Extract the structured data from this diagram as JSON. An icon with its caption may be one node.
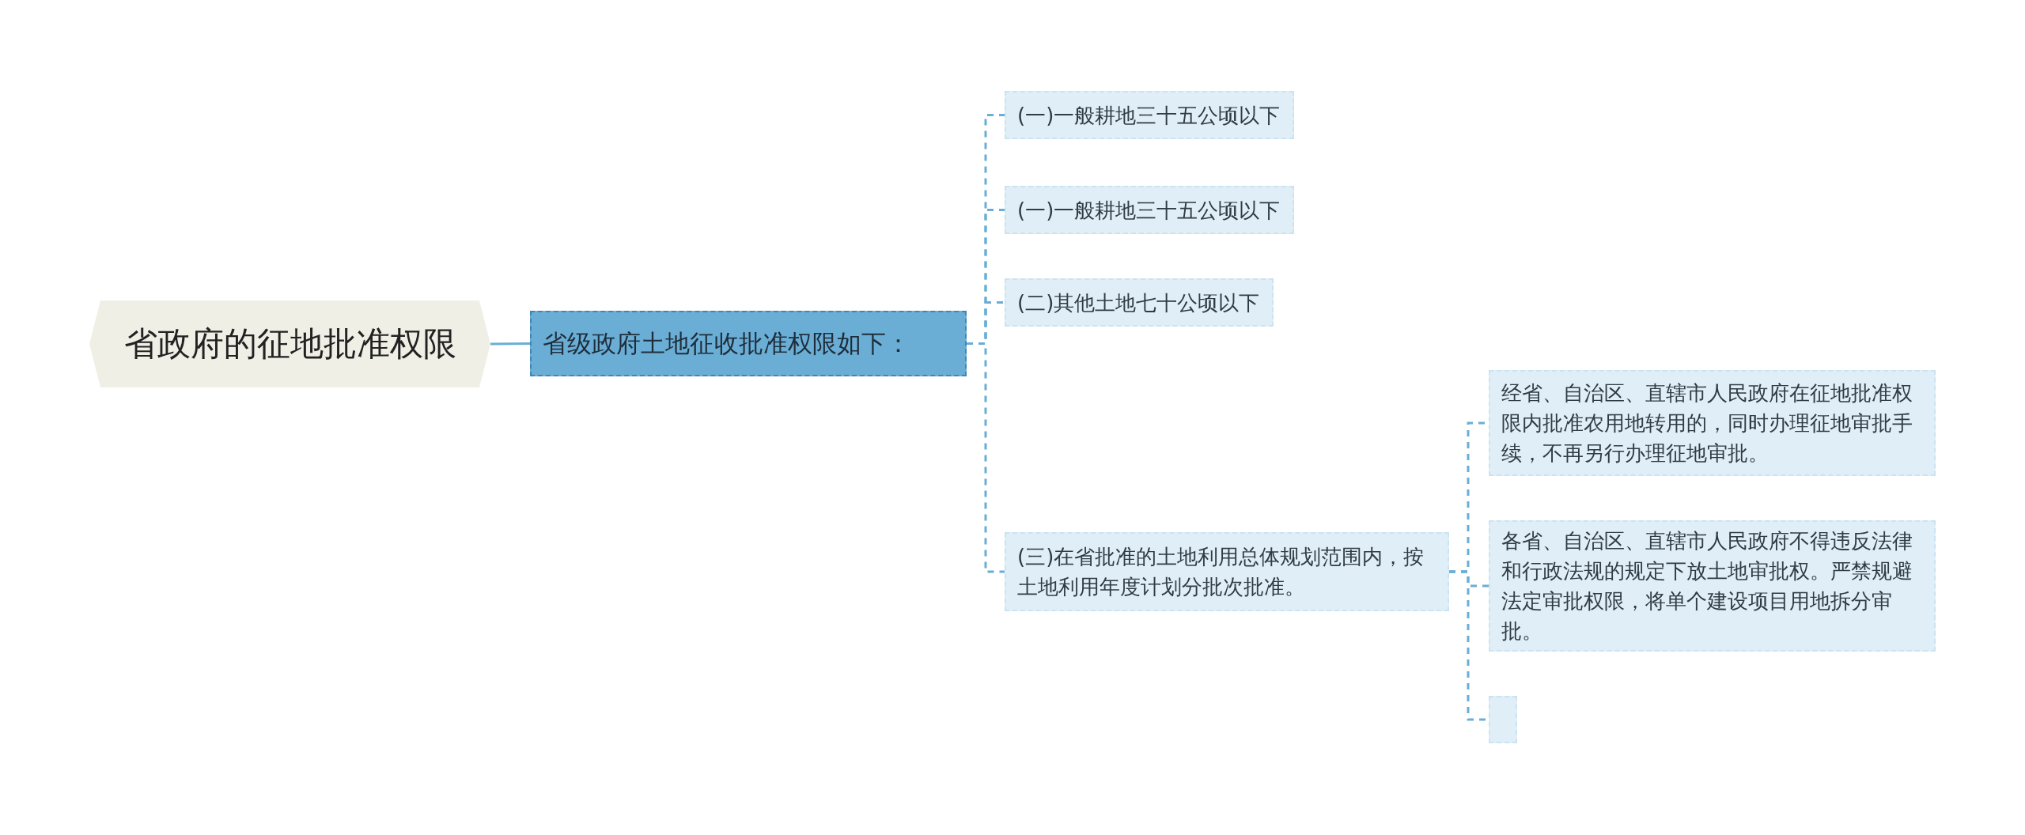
{
  "diagram": {
    "nodes": [
      {
        "text": [
          "省政府的征地批准权限"
        ]
      },
      {
        "text": [
          "省级政府土地征收批准权限如下："
        ]
      },
      {
        "text": [
          "(一)一般耕地三十五公顷以下"
        ]
      },
      {
        "text": [
          "(一)一般耕地三十五公顷以下"
        ]
      },
      {
        "text": [
          "(二)其他土地七十公顷以下"
        ]
      },
      {
        "text": [
          "(三)在省批准的土地利用总体规划范围内，按土地利用年度计划分批次批准。"
        ]
      },
      {
        "text": [
          "经省、自治区、直辖市人民政府在征地批准权限内批准农用地转用的，同时办理征地审批手续，不再另行办理征地审批。"
        ]
      },
      {
        "text": [
          "各省、自治区、直辖市人民政府不得违反法律和行政法规的规定下放土地审批权。严禁规避法定审批权限，将单个建设项目用地拆分审批。"
        ]
      },
      {
        "text": [],
        "shape": "box"
      }
    ],
    "edges": [
      {
        "from": 0,
        "to": 1,
        "arrow": "none"
      },
      {
        "from": 1,
        "to": 2,
        "arrow": "none",
        "style": "dashed"
      },
      {
        "from": 1,
        "to": 3,
        "arrow": "none",
        "style": "dashed"
      },
      {
        "from": 1,
        "to": 4,
        "arrow": "none",
        "style": "dashed"
      },
      {
        "from": 1,
        "to": 5,
        "arrow": "none",
        "style": "dashed"
      },
      {
        "from": 5,
        "to": 6,
        "arrow": "none",
        "style": "dashed"
      },
      {
        "from": 5,
        "to": 7,
        "arrow": "none",
        "style": "dashed"
      },
      {
        "from": 5,
        "to": 8,
        "arrow": "none",
        "style": "dashed"
      }
    ]
  }
}
